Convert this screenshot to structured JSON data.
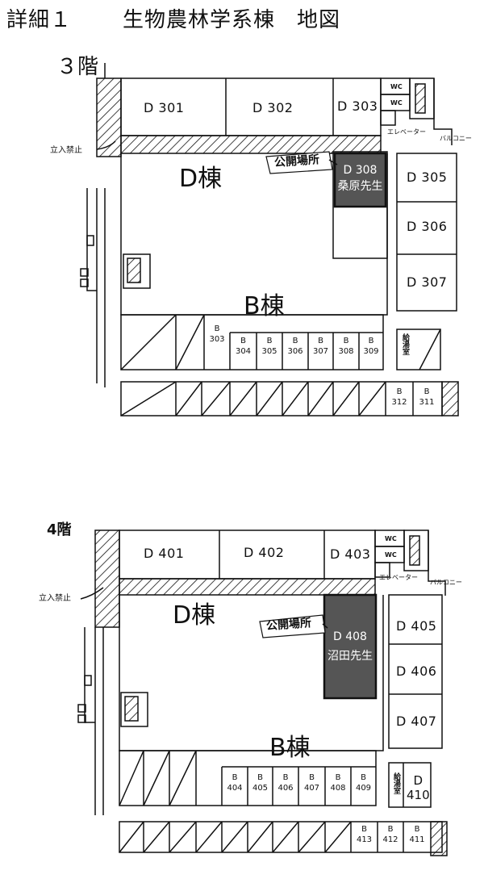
{
  "header": {
    "detail": "詳細１",
    "title": "生物農林学系棟　地図"
  },
  "floor3": {
    "floor_label": "３階",
    "no_entry": "立入禁止",
    "wc": [
      "WC",
      "WC"
    ],
    "elevator": "エレベーター",
    "balcony": "バルコニー",
    "building_d": "D棟",
    "building_b": "B棟",
    "public_place": "公開場所",
    "rooms_top": [
      "D 301",
      "D 302",
      "D 303"
    ],
    "highlight": {
      "room": "D 308",
      "teacher": "桑原先生"
    },
    "rooms_right": [
      "D 305",
      "D 306",
      "D 307"
    ],
    "b_rooms": [
      "B\n303",
      "B\n304",
      "B\n305",
      "B\n306",
      "B\n307",
      "B\n308",
      "B\n309"
    ],
    "b_rooms_bottom": [
      "B\n312",
      "B\n311"
    ],
    "kyutoshitsu": "給湯室"
  },
  "floor4": {
    "floor_label": "4階",
    "no_entry": "立入禁止",
    "wc": [
      "WC",
      "WC"
    ],
    "elevator": "エレベーター",
    "balcony": "バルコニー",
    "building_d": "D棟",
    "building_b": "B棟",
    "public_place": "公開場所",
    "rooms_top": [
      "D 401",
      "D 402",
      "D 403"
    ],
    "highlight": {
      "room": "D 408",
      "teacher": "沼田先生"
    },
    "rooms_right": [
      "D 405",
      "D 406",
      "D 407"
    ],
    "room_410": "D\n410",
    "b_rooms": [
      "B\n404",
      "B\n405",
      "B\n406",
      "B\n407",
      "B\n408",
      "B\n409"
    ],
    "b_rooms_bottom": [
      "B\n413",
      "B\n412",
      "B\n411"
    ],
    "kyutoshitsu": "給湯室"
  },
  "colors": {
    "line": "#111111",
    "highlight": "#555555",
    "hatch": "#111111"
  }
}
